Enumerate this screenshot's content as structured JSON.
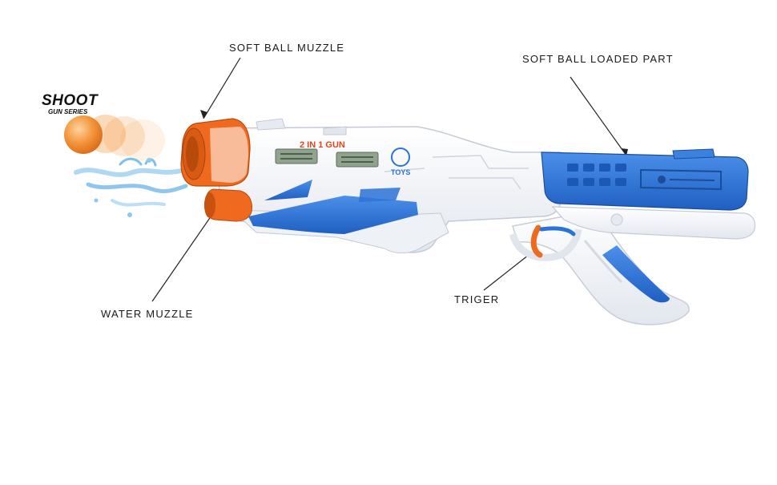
{
  "labels": {
    "soft_ball_muzzle": "SOFT BALL MUZZLE",
    "soft_ball_loaded_part": "SOFT BALL LOADED PART",
    "water_muzzle": "WATER MUZZLE",
    "trigger": "TRIGER"
  },
  "brand": {
    "line1": "SHOOT",
    "line2": "GUN SERIES"
  },
  "product": {
    "print_text": "2 IN 1 GUN",
    "logo_text": "TOYS"
  },
  "colors": {
    "body": "#f6f7fa",
    "blue": "#2b73d6",
    "orange": "#ef6a1f",
    "ball": "#f3943a",
    "screen": "#8fa38d",
    "water": "#8fc8ee"
  }
}
